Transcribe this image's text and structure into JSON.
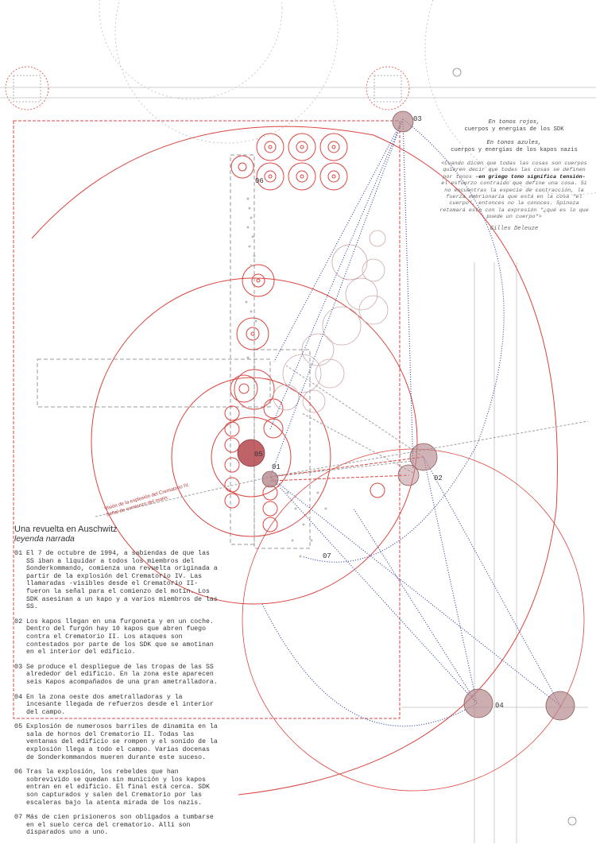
{
  "legend": {
    "red_line_1": "En tonos rojos,",
    "red_line_2": "cuerpos y energías de los SDK",
    "blue_line_1": "En tonos azules,",
    "blue_line_2": "cuerpos y energías de los kapos nazis",
    "quote_1": "<Cuando dicen que todas las cosas son cuerpos quieren decir que todas las cosas se definen por tonos",
    "quote_bold": "-en griego tono significa tensión-",
    "quote_2": "el esfuerzo contraído que define una cosa. Si no encuentras la especie de contracción, la fuerza embrionaria que está en la cosa \"el cuerpo\", entonces no la conoces. Spinoza retomará esto con la expresión \"¿qué es lo que puede un cuerpo\">",
    "author": "Gilles Deleuze"
  },
  "story": {
    "title": "Una revuelta en Auschwitz",
    "subtitle": "leyenda narrada",
    "paragraphs": [
      {
        "num": "01",
        "text": "El 7 de octubre de 1994, a sabiendas de que las SS iban a liquidar a todos los miembros del Sonderkommando, comienza una revuelta originada a partir de la explosión del Crematorio IV. Las llamaradas -visibles desde el Crematorio II- fueron la señal para el comienzo del motín. Los SDK asesinan a un kapo y a varios miembros de las SS."
      },
      {
        "num": "02",
        "text": "Los kapos llegan en una furgoneta y en un coche. Dentro del furgón hay 10 kapos que abren fuego contra el Crematorio II. Los ataques son contestados por parte de los SDK que se amotinan en el interior del edificio."
      },
      {
        "num": "03",
        "text": "Se produce el despliegue de las tropas de las SS alrededor del edificio. En la zona este aparecen seis Kapos acompañados de una gran ametralladora."
      },
      {
        "num": "04",
        "text": "En la zona oeste dos ametralladoras y la incesante llegada de refuerzos desde el interior del campo."
      },
      {
        "num": "05",
        "text": "Explosión de numerosos barriles de dinamita en la sala de hornos del Crematorio II. Todas las ventanas del edificio se rompen y el sonido de la explosión llega a todo el campo. Varias docenas de Sonderkommandos mueren durante este suceso."
      },
      {
        "num": "06",
        "text": "Tras la explosión, los rebeldes que han sobrevivido se quedan sin munición y los kapos entran en el edificio. El final está cerca. SDK son capturados y salen del Crematorio por las escaleras bajo la atenta mirada de los nazis."
      },
      {
        "num": "07",
        "text": "Más de cien prisioneros son obligados a tumbarse en el suelo cerca del crematorio. Allí son disparados uno a uno."
      }
    ]
  },
  "diagram": {
    "explosion_label_1": "Visión de la explosión del Crematorio IV.",
    "explosion_label_2": "Señal de comienzo del motín.",
    "markers": {
      "m01": "01",
      "m02": "02",
      "m03": "03",
      "m04": "04",
      "m05": "05",
      "m06": "06",
      "m07": "07"
    },
    "colors": {
      "red": "#d9443f",
      "blue": "#2b3f99",
      "grey": "#9a9a9a",
      "node_fill": "#b78a8f"
    }
  }
}
